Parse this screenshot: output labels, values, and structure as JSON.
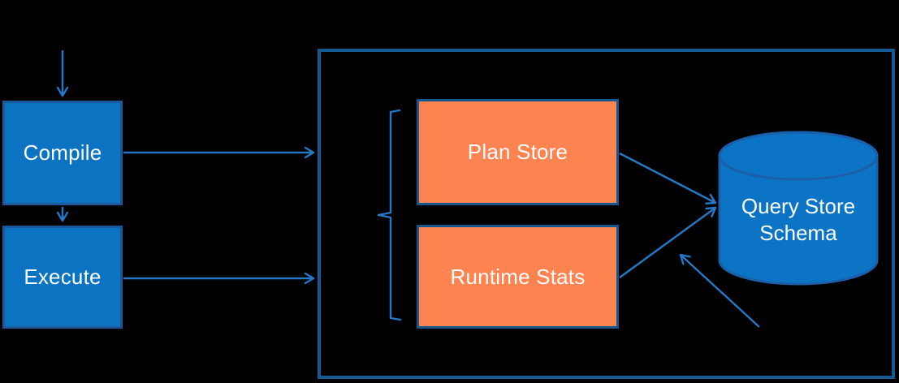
{
  "diagram": {
    "nodes": {
      "compile": {
        "label": "Compile"
      },
      "execute": {
        "label": "Execute"
      },
      "plan_store": {
        "label": "Plan Store"
      },
      "runtime_stats": {
        "label": "Runtime Stats"
      },
      "query_store_schema": {
        "line1": "Query Store",
        "line2": "Schema"
      }
    },
    "colors": {
      "background": "#000000",
      "node_blue_fill": "#0B73C2",
      "node_blue_border": "#19589B",
      "node_orange_fill": "#FD8351",
      "node_orange_border": "#15568E",
      "container_border": "#155A92",
      "arrow": "#2577C8",
      "cylinder_fill": "#0C74C4",
      "cylinder_border": "#1A5FA8",
      "text": "#FFFFFF"
    }
  }
}
